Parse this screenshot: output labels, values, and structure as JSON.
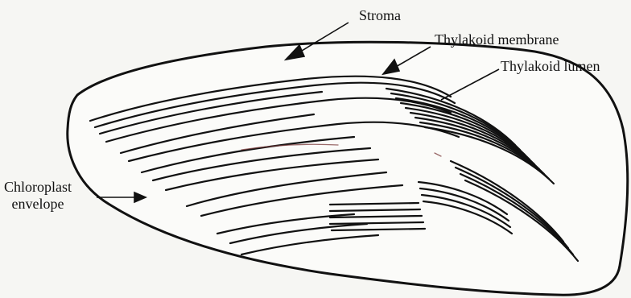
{
  "labels": {
    "stroma": "Stroma",
    "thylakoid_membrane": "Thylakoid membrane",
    "thylakoid_lumen": "Thylakoid lumen",
    "chloroplast_envelope_line1": "Chloroplast",
    "chloroplast_envelope_line2": "envelope"
  },
  "colors": {
    "ink": "#111111",
    "paper": "#f6f6f3",
    "accent_trace": "#7a3a3a"
  }
}
